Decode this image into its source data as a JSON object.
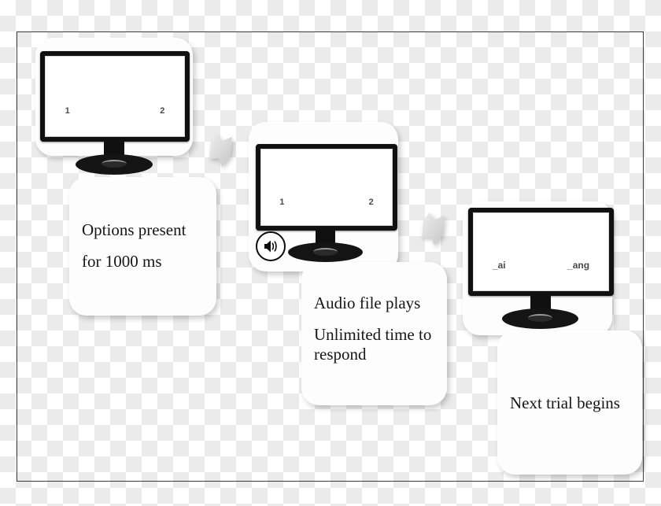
{
  "figure": {
    "title": "Trial procedure flow diagram",
    "frame_color": "#3b3b3b",
    "card_color": "#fdfdfd",
    "arrow_color": "#d9d9d9"
  },
  "steps": [
    {
      "id": "step-1",
      "screen": {
        "left_label": "1",
        "right_label": "2",
        "has_audio_icon": false
      },
      "caption_lines": [
        "Options present",
        "for 1000 ms"
      ]
    },
    {
      "id": "step-2",
      "screen": {
        "left_label": "1",
        "right_label": "2",
        "has_audio_icon": true,
        "audio_icon_name": "speaker-icon"
      },
      "caption_lines": [
        "Audio file plays",
        "Unlimited time to respond"
      ]
    },
    {
      "id": "step-3",
      "screen": {
        "left_label": "_ai",
        "right_label": "_ang",
        "has_audio_icon": false
      },
      "caption_lines": [
        "Next trial begins"
      ]
    }
  ],
  "arrows": [
    {
      "id": "arrow-1",
      "from": "step-1",
      "to": "step-2"
    },
    {
      "id": "arrow-2",
      "from": "step-2",
      "to": "step-3"
    }
  ]
}
